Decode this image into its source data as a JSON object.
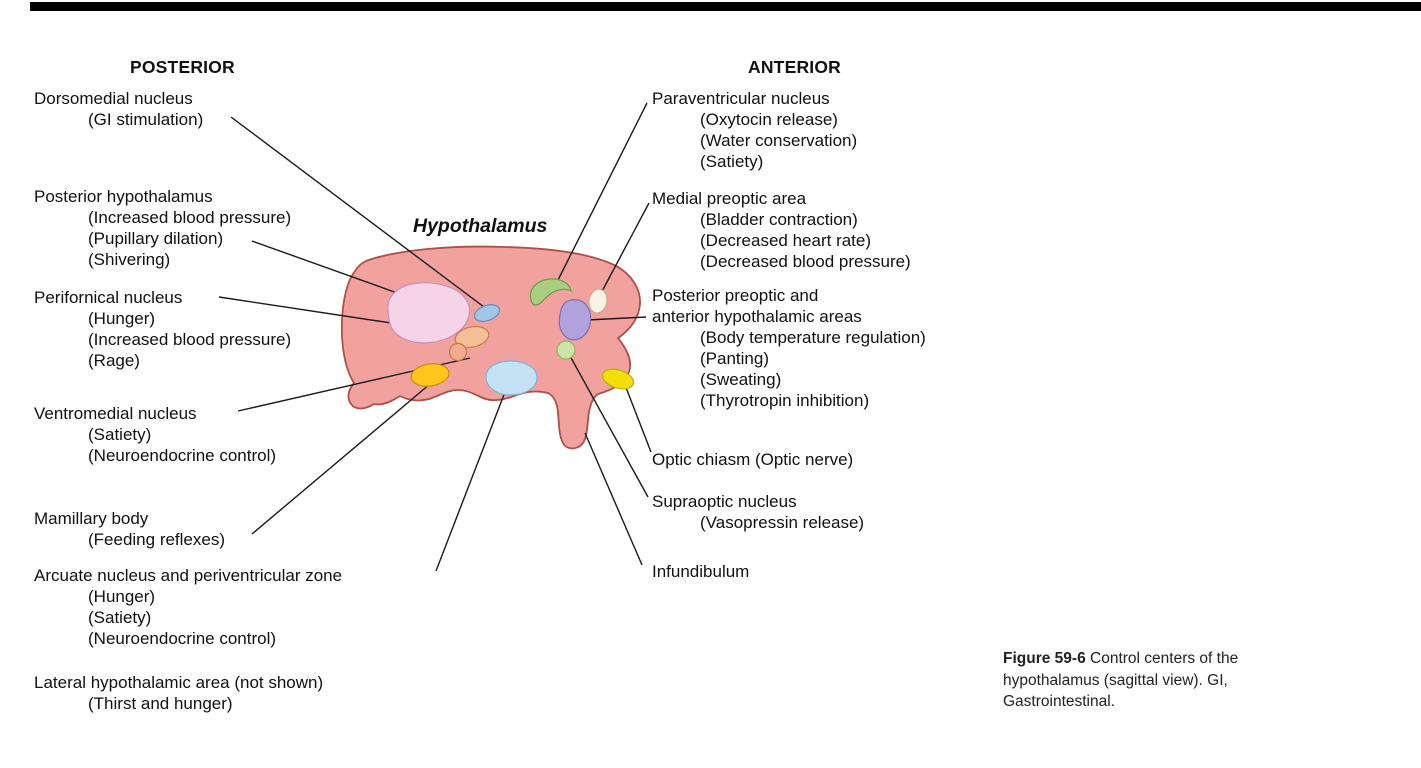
{
  "headers": {
    "posterior": "POSTERIOR",
    "anterior": "ANTERIOR"
  },
  "diagram_title": "Hypothalamus",
  "left_labels": [
    {
      "title": "Dorsomedial nucleus",
      "lines": [
        "(GI stimulation)"
      ]
    },
    {
      "title": "Posterior hypothalamus",
      "lines": [
        "(Increased blood pressure)",
        "(Pupillary dilation)",
        "(Shivering)"
      ]
    },
    {
      "title": "Perifornical nucleus",
      "lines": [
        "(Hunger)",
        "(Increased blood pressure)",
        "(Rage)"
      ]
    },
    {
      "title": "Ventromedial nucleus",
      "lines": [
        "(Satiety)",
        "(Neuroendocrine control)"
      ]
    },
    {
      "title": "Mamillary body",
      "lines": [
        "(Feeding reflexes)"
      ]
    },
    {
      "title": "Arcuate nucleus and periventricular zone",
      "lines": [
        "(Hunger)",
        "(Satiety)",
        "(Neuroendocrine control)"
      ]
    },
    {
      "title": "Lateral hypothalamic area (not shown)",
      "lines": [
        "(Thirst and hunger)"
      ]
    }
  ],
  "right_labels": [
    {
      "title": "Paraventricular nucleus",
      "lines": [
        "(Oxytocin release)",
        "(Water conservation)",
        "(Satiety)"
      ]
    },
    {
      "title": "Medial preoptic area",
      "lines": [
        "(Bladder contraction)",
        "(Decreased heart rate)",
        "(Decreased blood pressure)"
      ]
    },
    {
      "title": "Posterior preoptic and",
      "title2": "anterior hypothalamic areas",
      "lines": [
        "(Body temperature regulation)",
        "(Panting)",
        "(Sweating)",
        "(Thyrotropin inhibition)"
      ]
    },
    {
      "title": "Optic chiasm (Optic nerve)",
      "lines": []
    },
    {
      "title": "Supraoptic nucleus",
      "lines": [
        "(Vasopressin release)"
      ]
    },
    {
      "title": "Infundibulum",
      "lines": []
    }
  ],
  "caption": {
    "figure_label": "Figure 59-6",
    "text": "Control centers of the hypothalamus (sagittal view). GI, Gastrointestinal."
  },
  "palette": {
    "top_bar": "#000000",
    "text": "#111111",
    "leader_line": "#1a1a1a",
    "hypothalamus_fill": "#F1A29E",
    "hypothalamus_stroke": "#AE4F49",
    "posterior_hypothalamus_fill": "#F5D3E9",
    "posterior_hypothalamus_stroke": "#CC8DB9",
    "dorsomedial_fill": "#A3C6E8",
    "dorsomedial_stroke": "#5E8FBF",
    "perifornical_fill": "#F4BE97",
    "perifornical_stroke": "#C4784A",
    "fornix_fill": "#F0AE8C",
    "fornix_stroke": "#C4784A",
    "mamillary_fill": "#FFC61E",
    "mamillary_stroke": "#C79007",
    "ventromedial_fill": "#C4E2F4",
    "ventromedial_stroke": "#7FB2D6",
    "paraventricular_fill": "#A9CE80",
    "paraventricular_stroke": "#6E9C46",
    "posterior_preoptic_fill": "#B2A2DB",
    "posterior_preoptic_stroke": "#7F6CB4",
    "medial_preoptic_fill": "#FAF2E4",
    "medial_preoptic_stroke": "#C9AC8C",
    "supraoptic_fill": "#CCE4A8",
    "supraoptic_stroke": "#8FB45F",
    "optic_chiasm_fill": "#F2DE0A",
    "optic_chiasm_stroke": "#BFAE00"
  }
}
